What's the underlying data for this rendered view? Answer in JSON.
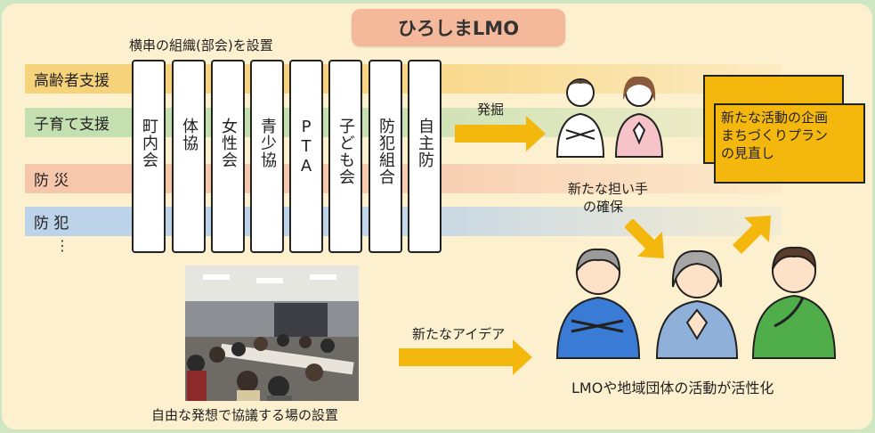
{
  "title": "ひろしまLMO",
  "subtitle": "横串の組織(部会)を設置",
  "bands": [
    {
      "label": "高齢者支援",
      "color": "#f6d27a"
    },
    {
      "label": "子育て支援",
      "color": "#c4dfb0"
    },
    {
      "label": "防 災",
      "color": "#f7c7ac"
    },
    {
      "label": "防 犯",
      "color": "#bdd3ea"
    }
  ],
  "ellipsis": "⋮",
  "columns": [
    "町内会",
    "体協",
    "女性会",
    "青少協",
    "PTA",
    "子ども会",
    "防犯組合",
    "自主防"
  ],
  "arrow_labels": {
    "discover": "発掘",
    "new_idea": "新たなアイデア"
  },
  "new_leaders": {
    "line1": "新たな担い手",
    "line2": "の確保"
  },
  "plan_doc": {
    "line1": "新たな活動の企画",
    "line2": "まちづくりプラン",
    "line3": "の見直し"
  },
  "photo_caption": "自由な発想で協議する場の設置",
  "activation": "LMOや地域団体の活動が活性化",
  "colors": {
    "accent": "#f4b70e",
    "title_bg": "#f4b89b",
    "frame_bg": "#fdf0cf",
    "outer_bg": "#cfe6c2"
  }
}
